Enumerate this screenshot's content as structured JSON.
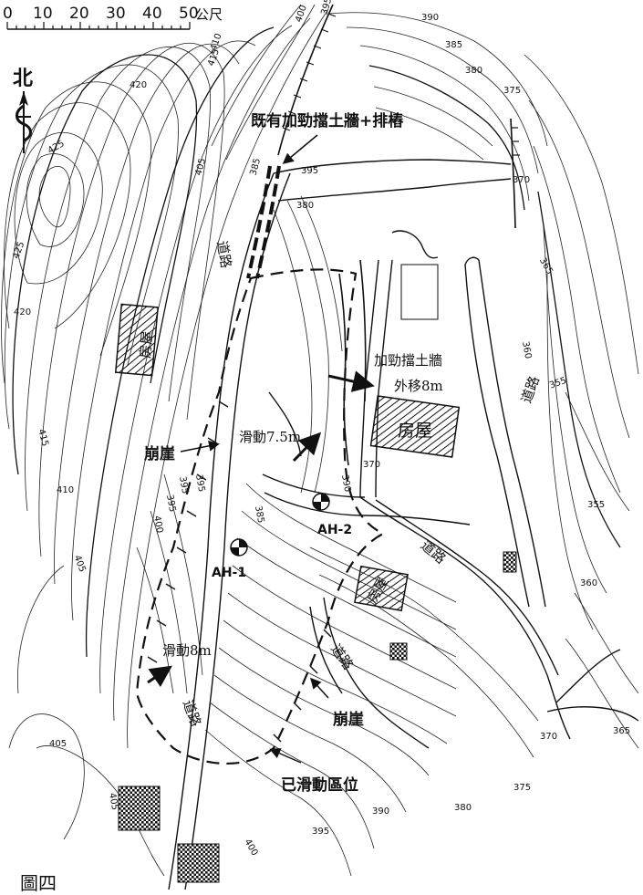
{
  "scale_bar": {
    "ticks": [
      "0",
      "10",
      "20",
      "30",
      "40",
      "50"
    ],
    "unit": "公尺"
  },
  "north_arrow": {
    "label": "北"
  },
  "annotations": {
    "existing_wall": "既有加勁擋土牆+排樁",
    "wall_label_line1": "加勁擋土牆",
    "wall_label_line2": "外移8m",
    "slide_75": "滑動7.5m",
    "slide_8": "滑動8m",
    "cliff_1": "崩崖",
    "cliff_2": "崩崖",
    "slid_zone": "已滑動區位"
  },
  "boreholes": [
    {
      "label": "AH-1"
    },
    {
      "label": "AH-2"
    }
  ],
  "places": {
    "house_1": "房屋",
    "house_2": "房屋",
    "house_3": "房屋",
    "road_1": "道路",
    "road_2": "道路",
    "road_3": "道路",
    "road_4": "道路",
    "road_5": "道路"
  },
  "contours": {
    "c420a": "420",
    "c425a": "425",
    "c425b": "425",
    "c420b": "420",
    "c415a": "415",
    "c410a": "410",
    "c405a": "405",
    "c405b": "405",
    "c405c": "405",
    "c410b": "410",
    "c415b": "415",
    "c400a": "400",
    "c395a": "395",
    "c390a": "390",
    "c385a": "385",
    "c380a": "380",
    "c375a": "375",
    "c370a": "370",
    "c365a": "365",
    "c360a": "360",
    "c355a": "355",
    "c355b": "355",
    "c360b": "360",
    "c365b": "365",
    "c370b": "370",
    "c375b": "375",
    "c380b": "380",
    "c390b": "390",
    "c395b": "395",
    "c400b": "400",
    "c395c": "395",
    "c385b": "385",
    "c395d": "395",
    "c400c": "400",
    "c395e": "395",
    "c405d": "405",
    "c380c": "380",
    "c385c": "385",
    "c370c": "370",
    "c390c": "390",
    "c395f": "395"
  },
  "caption": "圖四"
}
